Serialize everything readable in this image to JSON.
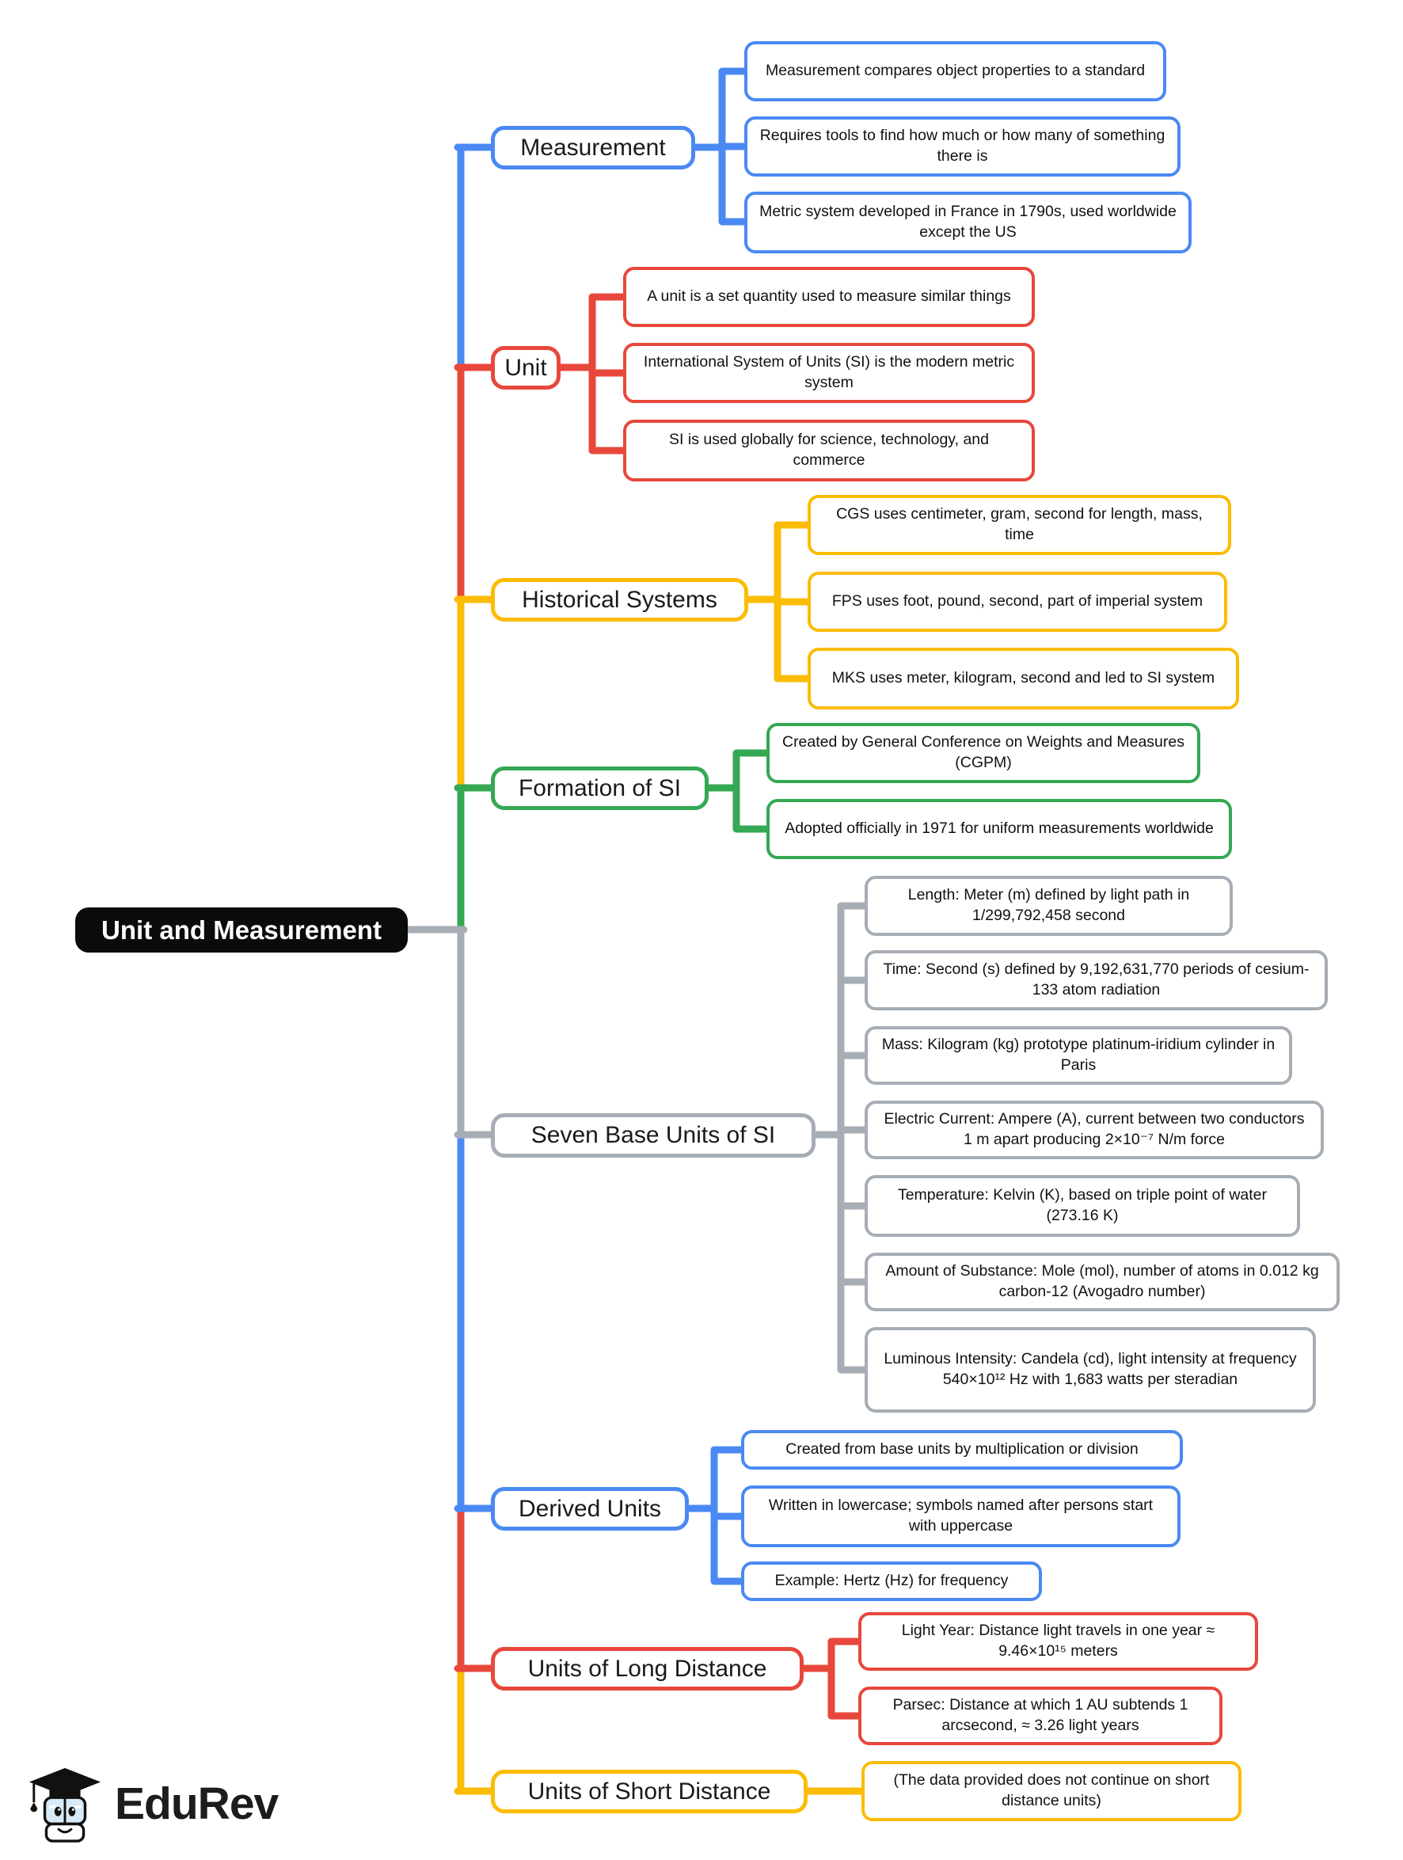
{
  "root": {
    "label": "Unit and Measurement"
  },
  "branches": [
    {
      "label": "Measurement",
      "color": "#4a89f3",
      "children": [
        "Measurement compares object properties to a standard",
        "Requires tools to find how much or how many of something there is",
        "Metric system developed in France in 1790s, used worldwide except the US"
      ]
    },
    {
      "label": "Unit",
      "color": "#e8473c",
      "children": [
        "A unit is a set quantity used to measure similar things",
        "International System of Units (SI) is the modern metric system",
        "SI is used globally for science, technology, and commerce"
      ]
    },
    {
      "label": "Historical Systems",
      "color": "#fbbc05",
      "children": [
        "CGS uses centimeter, gram, second for length, mass, time",
        "FPS uses foot, pound, second, part of imperial system",
        "MKS uses meter, kilogram, second and led to SI system"
      ]
    },
    {
      "label": "Formation of SI",
      "color": "#34a853",
      "children": [
        "Created by General Conference on Weights and Measures (CGPM)",
        "Adopted officially in 1971 for uniform measurements worldwide"
      ]
    },
    {
      "label": "Seven Base Units of SI",
      "color": "#a6adb5",
      "children": [
        "Length: Meter (m) defined by light path in 1/299,792,458 second",
        "Time: Second (s) defined by 9,192,631,770 periods of cesium-133 atom radiation",
        "Mass: Kilogram (kg) prototype platinum-iridium cylinder in Paris",
        "Electric Current: Ampere (A), current between two conductors 1 m apart producing 2×10⁻⁷ N/m force",
        "Temperature: Kelvin (K), based on triple point of water (273.16 K)",
        "Amount of Substance: Mole (mol), number of atoms in 0.012 kg carbon-12 (Avogadro number)",
        "Luminous Intensity: Candela (cd), light intensity at frequency 540×10¹² Hz with 1,683 watts per steradian"
      ]
    },
    {
      "label": "Derived Units",
      "color": "#4a89f3",
      "children": [
        "Created from base units by multiplication or division",
        "Written in lowercase; symbols named after persons start with uppercase",
        "Example: Hertz (Hz) for frequency"
      ]
    },
    {
      "label": "Units of Long Distance",
      "color": "#e8473c",
      "children": [
        "Light Year: Distance light travels in one year ≈ 9.46×10¹⁵ meters",
        "Parsec: Distance at which 1 AU subtends 1 arcsecond, ≈ 3.26 light years"
      ]
    },
    {
      "label": "Units of Short Distance",
      "color": "#fbbc05",
      "children": [
        "(The data provided does not continue on short distance units)"
      ]
    }
  ],
  "logo": {
    "text": "EduRev"
  },
  "colors": {
    "background": "#ffffff",
    "root_bg": "#0b0b0b",
    "root_text": "#ffffff",
    "trunk_gray": "#a6adb5",
    "blue": "#4a89f3",
    "red": "#e8473c",
    "yellow": "#fbbc05",
    "green": "#34a853",
    "gray": "#a6adb5"
  }
}
